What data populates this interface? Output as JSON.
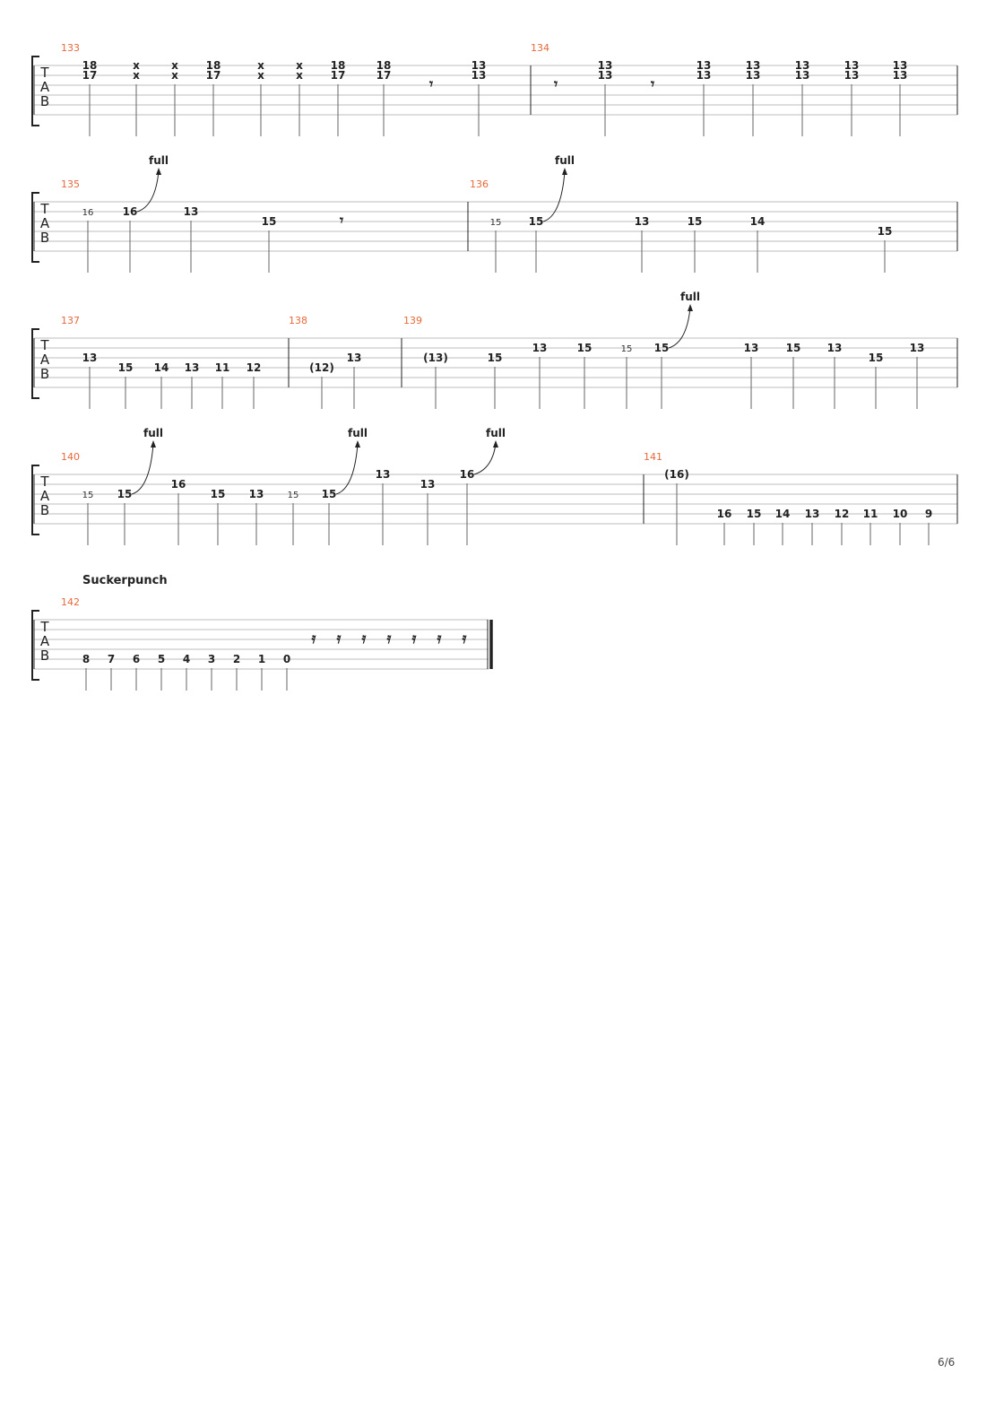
{
  "page": {
    "number_label": "6/6"
  },
  "section_label": "Suckerpunch",
  "bend_label": "full",
  "tab_letters": [
    "T",
    "A",
    "B"
  ],
  "colors": {
    "measure_number": "#e8683a",
    "staff_line": "#bdbdbd",
    "ink": "#222222"
  },
  "systems": [
    {
      "id": "system-1",
      "measures": [
        {
          "number": "133",
          "events": [
            {
              "type": "chord",
              "frets": [
                [
                  "1",
                  "18"
                ],
                [
                  "2",
                  "17"
                ]
              ]
            },
            {
              "type": "chord",
              "frets": [
                [
                  "1",
                  "x"
                ],
                [
                  "2",
                  "x"
                ]
              ]
            },
            {
              "type": "chord",
              "frets": [
                [
                  "1",
                  "x"
                ],
                [
                  "2",
                  "x"
                ]
              ]
            },
            {
              "type": "chord",
              "frets": [
                [
                  "1",
                  "18"
                ],
                [
                  "2",
                  "17"
                ]
              ]
            },
            {
              "type": "chord",
              "frets": [
                [
                  "1",
                  "x"
                ],
                [
                  "2",
                  "x"
                ]
              ]
            },
            {
              "type": "chord",
              "frets": [
                [
                  "1",
                  "x"
                ],
                [
                  "2",
                  "x"
                ]
              ]
            },
            {
              "type": "chord",
              "frets": [
                [
                  "1",
                  "18"
                ],
                [
                  "2",
                  "17"
                ]
              ]
            },
            {
              "type": "chord",
              "frets": [
                [
                  "1",
                  "18"
                ],
                [
                  "2",
                  "17"
                ]
              ]
            },
            {
              "type": "rest",
              "symbol": "𝄾"
            },
            {
              "type": "chord",
              "frets": [
                [
                  "1",
                  "13"
                ],
                [
                  "2",
                  "13"
                ]
              ]
            }
          ]
        },
        {
          "number": "134",
          "events": [
            {
              "type": "rest",
              "symbol": "𝄾"
            },
            {
              "type": "chord",
              "frets": [
                [
                  "1",
                  "13"
                ],
                [
                  "2",
                  "13"
                ]
              ]
            },
            {
              "type": "rest",
              "symbol": "𝄾"
            },
            {
              "type": "chord",
              "frets": [
                [
                  "1",
                  "13"
                ],
                [
                  "2",
                  "13"
                ]
              ]
            },
            {
              "type": "chord",
              "frets": [
                [
                  "1",
                  "13"
                ],
                [
                  "2",
                  "13"
                ]
              ]
            },
            {
              "type": "chord",
              "frets": [
                [
                  "1",
                  "13"
                ],
                [
                  "2",
                  "13"
                ]
              ]
            },
            {
              "type": "chord",
              "frets": [
                [
                  "1",
                  "13"
                ],
                [
                  "2",
                  "13"
                ]
              ]
            },
            {
              "type": "chord",
              "frets": [
                [
                  "1",
                  "13"
                ],
                [
                  "2",
                  "13"
                ]
              ]
            }
          ]
        }
      ]
    },
    {
      "id": "system-2",
      "measures": [
        {
          "number": "135",
          "events": [
            {
              "type": "grace",
              "string": 2,
              "fret": "16"
            },
            {
              "type": "note",
              "string": 2,
              "fret": "16",
              "bend": "full"
            },
            {
              "type": "note",
              "string": 2,
              "fret": "13"
            },
            {
              "type": "note",
              "string": 3,
              "fret": "15"
            },
            {
              "type": "rest",
              "symbol": "𝄾"
            }
          ]
        },
        {
          "number": "136",
          "events": [
            {
              "type": "grace",
              "string": 3,
              "fret": "15"
            },
            {
              "type": "note",
              "string": 3,
              "fret": "15",
              "bend": "full"
            },
            {
              "type": "note",
              "string": 3,
              "fret": "13"
            },
            {
              "type": "note",
              "string": 3,
              "fret": "15"
            },
            {
              "type": "note",
              "string": 3,
              "fret": "14"
            },
            {
              "type": "note",
              "string": 4,
              "fret": "15"
            }
          ]
        }
      ]
    },
    {
      "id": "system-3",
      "measures": [
        {
          "number": "137",
          "events": [
            {
              "type": "note",
              "string": 3,
              "fret": "13"
            },
            {
              "type": "note",
              "string": 4,
              "fret": "15"
            },
            {
              "type": "note",
              "string": 4,
              "fret": "14"
            },
            {
              "type": "note",
              "string": 4,
              "fret": "13"
            },
            {
              "type": "note",
              "string": 4,
              "fret": "11"
            },
            {
              "type": "note",
              "string": 4,
              "fret": "12"
            }
          ]
        },
        {
          "number": "138",
          "events": [
            {
              "type": "note",
              "string": 4,
              "fret": "(12)"
            },
            {
              "type": "note",
              "string": 3,
              "fret": "13"
            }
          ]
        },
        {
          "number": "139",
          "events": [
            {
              "type": "note",
              "string": 3,
              "fret": "(13)"
            },
            {
              "type": "note",
              "string": 3,
              "fret": "15"
            },
            {
              "type": "note",
              "string": 2,
              "fret": "13"
            },
            {
              "type": "note",
              "string": 2,
              "fret": "15"
            },
            {
              "type": "grace",
              "string": 2,
              "fret": "15"
            },
            {
              "type": "note",
              "string": 2,
              "fret": "15",
              "bend": "full"
            },
            {
              "type": "note",
              "string": 2,
              "fret": "13"
            },
            {
              "type": "note",
              "string": 2,
              "fret": "15"
            },
            {
              "type": "note",
              "string": 2,
              "fret": "13"
            },
            {
              "type": "note",
              "string": 3,
              "fret": "15"
            },
            {
              "type": "note",
              "string": 2,
              "fret": "13"
            }
          ]
        }
      ]
    },
    {
      "id": "system-4",
      "measures": [
        {
          "number": "140",
          "events": [
            {
              "type": "grace",
              "string": 3,
              "fret": "15"
            },
            {
              "type": "note",
              "string": 3,
              "fret": "15",
              "bend": "full"
            },
            {
              "type": "note",
              "string": 2,
              "fret": "16"
            },
            {
              "type": "note",
              "string": 3,
              "fret": "15"
            },
            {
              "type": "note",
              "string": 3,
              "fret": "13"
            },
            {
              "type": "grace",
              "string": 3,
              "fret": "15"
            },
            {
              "type": "note",
              "string": 3,
              "fret": "15",
              "bend": "full"
            },
            {
              "type": "note",
              "string": 1,
              "fret": "13"
            },
            {
              "type": "note",
              "string": 2,
              "fret": "13"
            },
            {
              "type": "note",
              "string": 1,
              "fret": "16",
              "bend": "full"
            }
          ]
        },
        {
          "number": "141",
          "events": [
            {
              "type": "note",
              "string": 1,
              "fret": "(16)"
            },
            {
              "type": "note",
              "string": 5,
              "fret": "16"
            },
            {
              "type": "note",
              "string": 5,
              "fret": "15"
            },
            {
              "type": "note",
              "string": 5,
              "fret": "14"
            },
            {
              "type": "note",
              "string": 5,
              "fret": "13"
            },
            {
              "type": "note",
              "string": 5,
              "fret": "12"
            },
            {
              "type": "note",
              "string": 5,
              "fret": "11"
            },
            {
              "type": "note",
              "string": 5,
              "fret": "10"
            },
            {
              "type": "note",
              "string": 5,
              "fret": "9"
            }
          ]
        }
      ]
    },
    {
      "id": "system-5",
      "measures": [
        {
          "number": "142",
          "events": [
            {
              "type": "note",
              "string": 5,
              "fret": "8"
            },
            {
              "type": "note",
              "string": 5,
              "fret": "7"
            },
            {
              "type": "note",
              "string": 5,
              "fret": "6"
            },
            {
              "type": "note",
              "string": 5,
              "fret": "5"
            },
            {
              "type": "note",
              "string": 5,
              "fret": "4"
            },
            {
              "type": "note",
              "string": 5,
              "fret": "3"
            },
            {
              "type": "note",
              "string": 5,
              "fret": "2"
            },
            {
              "type": "note",
              "string": 5,
              "fret": "1"
            },
            {
              "type": "note",
              "string": 5,
              "fret": "0"
            },
            {
              "type": "rest",
              "symbol": "𝄿"
            },
            {
              "type": "rest",
              "symbol": "𝄿"
            },
            {
              "type": "rest",
              "symbol": "𝄿"
            },
            {
              "type": "rest",
              "symbol": "𝄿"
            },
            {
              "type": "rest",
              "symbol": "𝄿"
            },
            {
              "type": "rest",
              "symbol": "𝄿"
            },
            {
              "type": "rest",
              "symbol": "𝄿"
            }
          ]
        }
      ]
    }
  ]
}
